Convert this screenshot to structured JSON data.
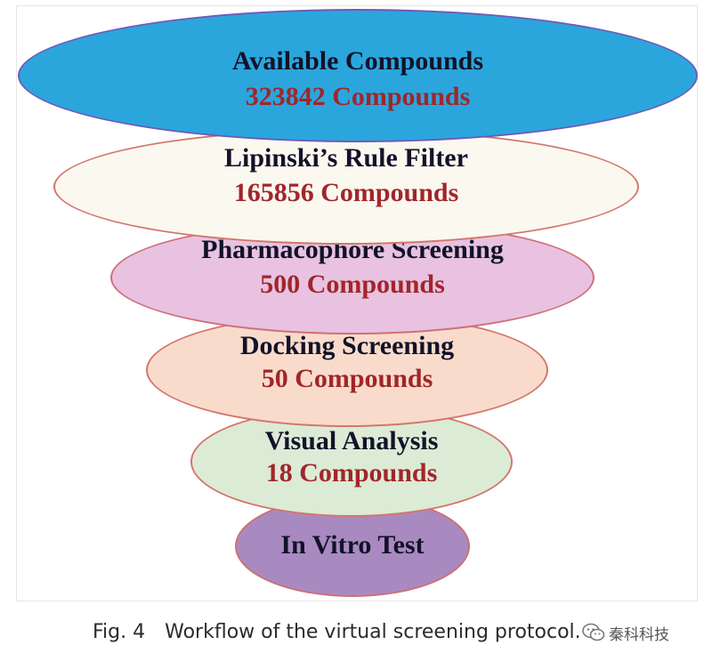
{
  "funnel": {
    "stages": [
      {
        "title": "Available Compounds",
        "count": "323842 Compounds",
        "fill": "#2aa6dd",
        "stroke": "#6f5bb5"
      },
      {
        "title": "Lipinski’s Rule Filter",
        "count": "165856 Compounds",
        "fill": "#fbf8f0",
        "stroke": "#d2776c"
      },
      {
        "title": "Pharmacophore Screening",
        "count": "500 Compounds",
        "fill": "#e8c2e0",
        "stroke": "#cf6f77"
      },
      {
        "title": "Docking Screening",
        "count": "50 Compounds",
        "fill": "#f9dbcc",
        "stroke": "#d2776c"
      },
      {
        "title": "Visual Analysis",
        "count": "18 Compounds",
        "fill": "#dcebd6",
        "stroke": "#d2776c"
      },
      {
        "title": "In Vitro Test",
        "count": "",
        "fill": "#a98ac0",
        "stroke": "#cf6f77"
      }
    ]
  },
  "caption": {
    "fig_label": "Fig. 4",
    "text": "Workflow of the virtual screening protocol."
  },
  "watermark": {
    "text": "秦科科技",
    "icon": "wechat-icon"
  }
}
